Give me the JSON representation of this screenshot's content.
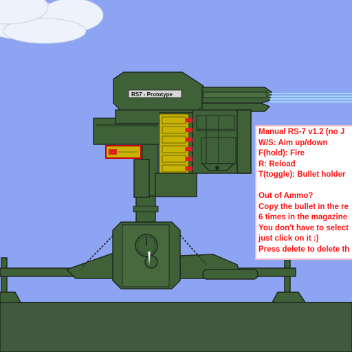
{
  "turret": {
    "nameplate": "RS7 - Prototype",
    "magazine_rounds": 6
  },
  "help": {
    "title": "Manual RS-7 v1.2  (no J",
    "controls": [
      "W/S: Aim up/down",
      "F(hold): Fire",
      "R: Reload",
      "T(toggle): Bullet holder"
    ],
    "ammo_lines": [
      "Out of Ammo?",
      "Copy the bullet in the re",
      "6 times in the magazine",
      "You don't have to select",
      "just click on it :)",
      "Press delete to delete th"
    ]
  },
  "colors": {
    "sky": "#8da4f2",
    "ground": "#3f5a3f",
    "turret_body": "#3f6137",
    "outline": "#1f2a1f",
    "magazine": "#c8b400",
    "help_text": "#ff1010",
    "help_border": "#f0b8c8",
    "muzzle_flash": "#a8e8ff"
  }
}
